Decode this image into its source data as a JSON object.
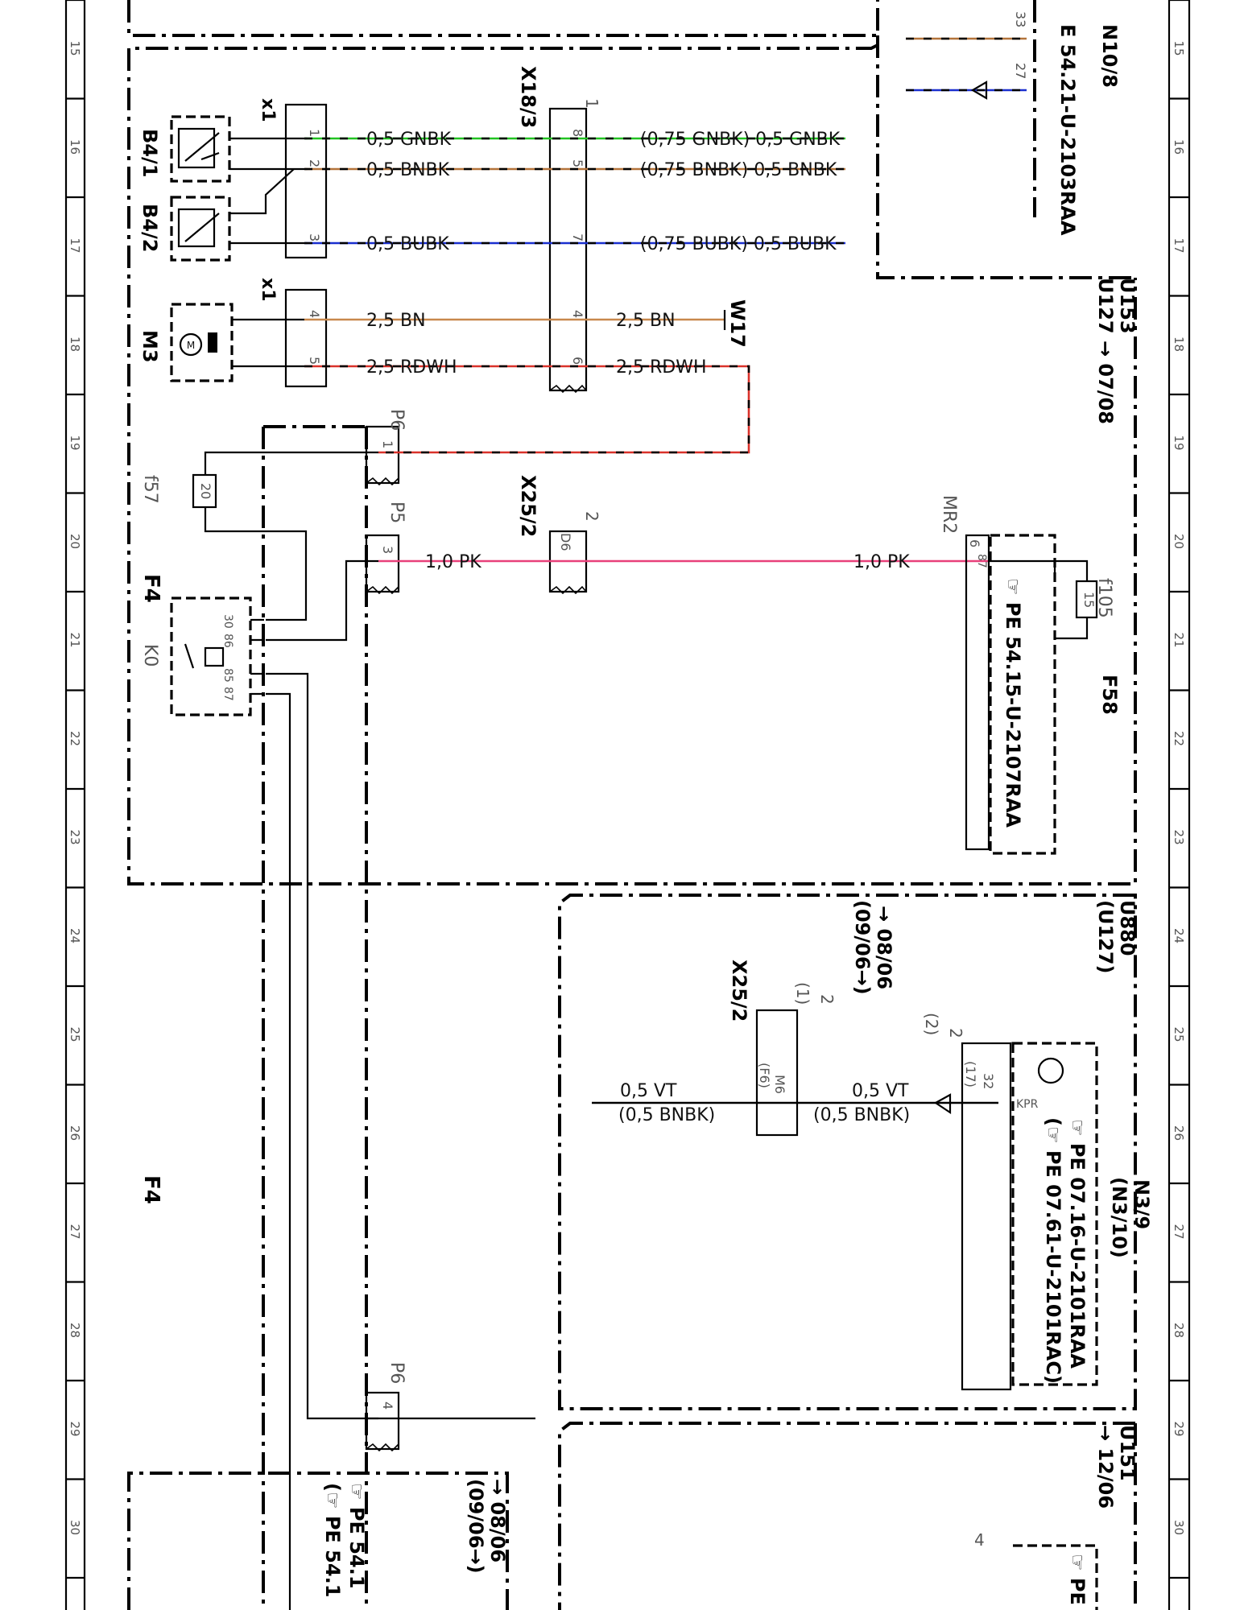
{
  "colors": {
    "GNBK": "#22c322",
    "BNBK": "#b3733a",
    "BUBK": "#1a2fcf",
    "BN": "#c8884c",
    "RDWH": "#d9322b",
    "PK": "#e8407a",
    "VT": "#7a2fa0",
    "frame": "#000000",
    "background": "#ffffff"
  },
  "ruler": {
    "left": [
      "15",
      "16",
      "17",
      "18",
      "19",
      "20",
      "21",
      "22",
      "23",
      "24",
      "25",
      "26",
      "27",
      "28",
      "29",
      "30"
    ],
    "right": [
      "15",
      "16",
      "17",
      "18",
      "19",
      "20",
      "21",
      "22",
      "23",
      "24",
      "25",
      "26",
      "27",
      "28",
      "29",
      "30"
    ]
  },
  "modules": {
    "n10_8": {
      "id": "N10/8",
      "ref": "E 54.21-U-2103RAA",
      "pin_a": "33",
      "pin_b": "27"
    },
    "u153": {
      "id": "U153",
      "ref": "U127 → 07/08"
    },
    "u880": {
      "id": "U880",
      "alt": "(U127)",
      "ref1": "→ 08/06",
      "ref2": "(09/06→)"
    },
    "u151": {
      "id": "U151",
      "ref": "→ 12/06"
    },
    "bottom_box": {
      "ref1": "→ 08/06",
      "ref2": "(09/06→)",
      "pe1": "☞ PE 54.1",
      "pe2": "(☞ PE 54.1"
    },
    "n3_9": {
      "id": "N3/9",
      "alt": "(N3/10)",
      "pe1": "☞ PE 07.16-U-2101RAA",
      "pe2": "(☞ PE 07.61-U-2101RAC)",
      "pin": "32",
      "pin_alt": "(17)",
      "term": "KPR",
      "bottom_pe": "☞ PE"
    },
    "f58": {
      "id": "F58",
      "fuse": "f105",
      "rating": "15",
      "pin": "87",
      "pe": "☞ PE 54.15-U-2107RAA",
      "mr": "MR2",
      "mr_pin": "6"
    },
    "f4": {
      "id": "F4",
      "fuse": "f57",
      "rating": "20",
      "relay": "K0",
      "pins": [
        "30",
        "86",
        "85",
        "87"
      ]
    }
  },
  "components": {
    "b4_1": "B4/1",
    "b4_2": "B4/2",
    "m3": "M3",
    "x1_top": "x1",
    "x1_bottom": "x1",
    "x18_3": "X18/3",
    "x18_3_num": "1",
    "x25_2_a": "X25/2",
    "x25_2_a_num": "2",
    "x25_2_a_pin": "D6",
    "x25_2_b": "X25/2",
    "x25_2_b_num": "2",
    "x25_2_b_alt": "(1)",
    "x25_2_b_pin": "M6",
    "x25_2_b_pin_alt": "(F6)",
    "n3_num": "2",
    "n3_num_alt": "(2)",
    "p6_top": "P6",
    "p6_top_pin": "1",
    "p5": "P5",
    "p5_pin": "3",
    "p6_bottom": "P6",
    "p6_bottom_pin": "4",
    "w17": "W17"
  },
  "wires": {
    "w1": {
      "pin_x1": "1",
      "pin_x18": "8",
      "label_a": "0,5 GNBK",
      "label_b": "(0,75 GNBK) 0,5 GNBK"
    },
    "w2": {
      "pin_x1": "2",
      "pin_x18": "5",
      "label_a": "0,5 BNBK",
      "label_b": "(0,75 BNBK) 0,5 BNBK"
    },
    "w3": {
      "pin_x1": "3",
      "pin_x18": "7",
      "label_a": "0,5 BUBK",
      "label_b": "(0,75 BUBK) 0,5 BUBK"
    },
    "w4": {
      "pin_x1": "4",
      "pin_x18": "4",
      "label_a": "2,5 BN",
      "label_b": "2,5 BN"
    },
    "w5": {
      "pin_x1": "5",
      "pin_x18": "6",
      "label_a": "2,5 RDWH",
      "label_b": "2,5 RDWH"
    },
    "pk_a": "1,0 PK",
    "pk_b": "1,0 PK",
    "vt_a": "0,5 VT",
    "vt_a_alt": "(0,5 BNBK)",
    "vt_b": "0,5 VT",
    "vt_b_alt": "(0,5 BNBK)"
  },
  "labels": {
    "f4_bottom": "F4"
  }
}
